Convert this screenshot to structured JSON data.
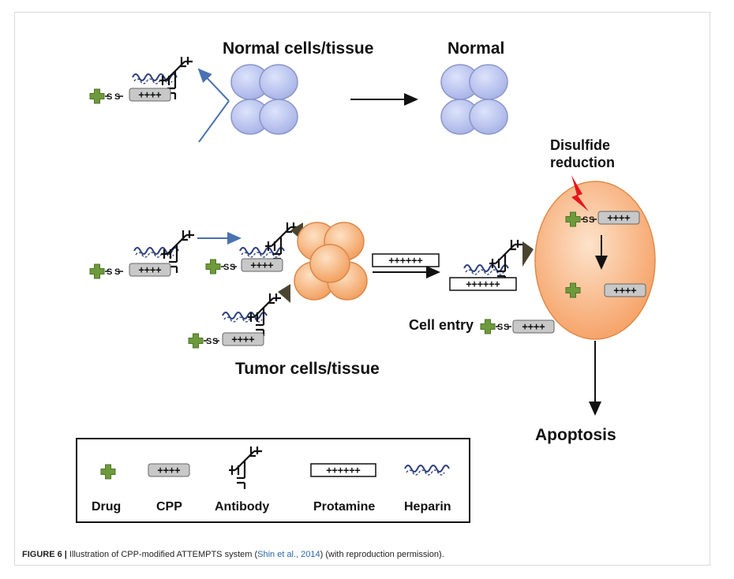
{
  "labels": {
    "normal_tissue": "Normal cells/tissue",
    "normal": "Normal",
    "disulfide_line1": "Disulfide",
    "disulfide_line2": "reduction",
    "cell_entry": "Cell entry",
    "tumor_tissue": "Tumor cells/tissue",
    "apoptosis": "Apoptosis"
  },
  "molecule_text": {
    "cpp": "++++",
    "protamine": "++++++",
    "sulfur": "S"
  },
  "legend": {
    "items": [
      {
        "label": "Drug",
        "icon": "drug-cross-icon"
      },
      {
        "label": "CPP",
        "icon": "cpp-bar-icon"
      },
      {
        "label": "Antibody",
        "icon": "antibody-icon"
      },
      {
        "label": "Protamine",
        "icon": "protamine-bar-icon"
      },
      {
        "label": "Heparin",
        "icon": "heparin-wave-icon"
      }
    ]
  },
  "caption": {
    "figure_label": "FIGURE 6 |",
    "text_before": " Illustration of CPP-modified ATTEMPTS system (",
    "citation": "Shin et al., 2014",
    "text_after": ") (with reproduction permission)."
  },
  "colors": {
    "drug": "#6e9a3c",
    "cpp": "#c8c8c8",
    "normal_cell": "#b9c3ee",
    "tumor_cell": "#f7b37c",
    "tumor_large_cell": "#f8c394",
    "arrow_blue": "#4a72b0",
    "lightning": "#e8151b",
    "antigen": "#4a4530"
  }
}
